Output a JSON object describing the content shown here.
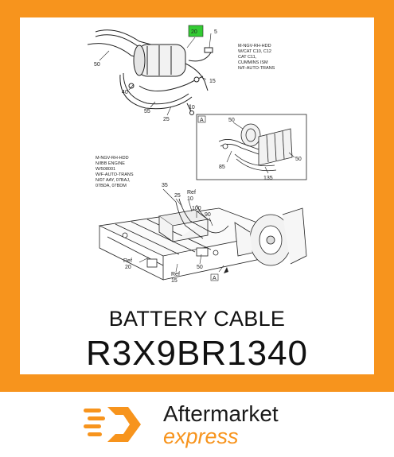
{
  "product": {
    "title": "BATTERY CABLE",
    "part_number": "R3X9BR1340"
  },
  "brand": {
    "name_line1": "Aftermarket",
    "name_line2": "express",
    "accent_color": "#f7941d"
  },
  "diagram": {
    "note_top": [
      "M-NGV-RH-HDD",
      "W/CAT C10, C12",
      "CAT C11,",
      "CUMMINS ISM",
      "N/F-AUTO-TRANS"
    ],
    "note_left": [
      "M-NGV-RH-HDD",
      "N/IBB ENGINE",
      "W/508001",
      "W/F-AUTO-TRANS",
      "N/07 AAY, 07BAJ,",
      "07BDA, 07BDM"
    ],
    "callouts_top": [
      "20",
      "5",
      "50",
      "40",
      "15",
      "55",
      "10",
      "25"
    ],
    "callouts_detail": [
      "A",
      "50",
      "85",
      "50",
      "135"
    ],
    "callouts_bottom": [
      "35",
      "25",
      "Ref",
      "10",
      "100",
      "90",
      "Ref",
      "20",
      "50",
      "Ref",
      "15",
      "A"
    ]
  }
}
